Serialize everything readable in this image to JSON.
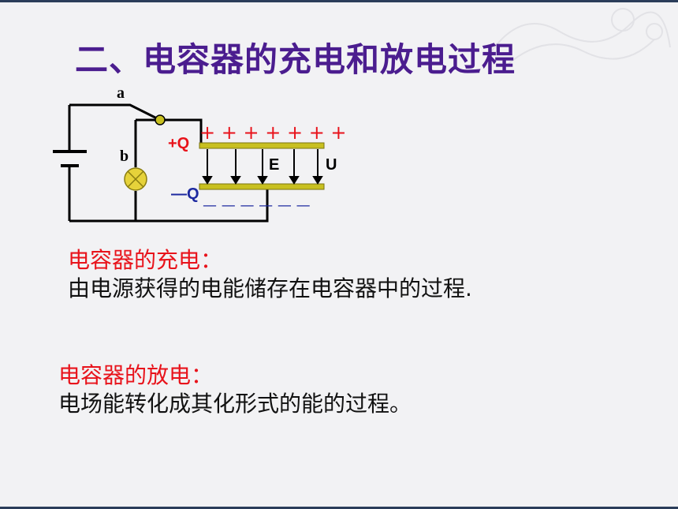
{
  "slide": {
    "title": "二、电容器的充电和放电过程"
  },
  "diagram": {
    "label_a": "a",
    "label_b": "b",
    "label_plus_q": "+Q",
    "label_minus_q": "—Q",
    "label_e": "E",
    "label_u": "U",
    "plus_signs": "+ + + + + + +",
    "minus_signs": "— — — — — —",
    "colors": {
      "plate": "#c8c020",
      "plus_label": "#e8131b",
      "minus_label": "#1e2aa0",
      "wire": "#000000",
      "lamp": "#e6d23a"
    }
  },
  "charging": {
    "heading": "电容器的充电：",
    "text": "由电源获得的电能储存在电容器中的过程."
  },
  "discharging": {
    "heading": "电容器的放电：",
    "text": "电场能转化成其化形式的能的过程。"
  }
}
